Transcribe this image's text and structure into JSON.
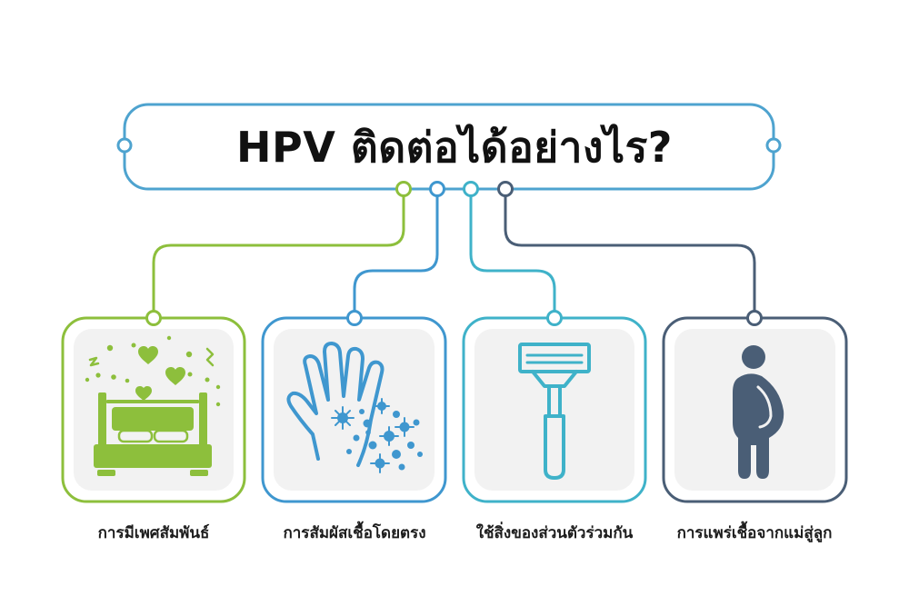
{
  "title": "HPV ติดต่อได้อย่างไร?",
  "colors": {
    "title_border": "#4ea3cf",
    "green": "#8dbf3c",
    "blue": "#3f97cf",
    "teal": "#3fb2c9",
    "slate": "#4a5e76",
    "card_bg": "#f2f2f2"
  },
  "items": [
    {
      "label": "การมีเพศสัมพันธ์",
      "icon": "bed-hearts-icon",
      "color": "#8dbf3c"
    },
    {
      "label": "การสัมผัสเชื้อโดยตรง",
      "icon": "hand-virus-icon",
      "color": "#3f97cf"
    },
    {
      "label": "ใช้สิ่งของส่วนตัวร่วมกัน",
      "icon": "razor-icon",
      "color": "#3fb2c9"
    },
    {
      "label": "การแพร่เชื้อจากแม่สู่ลูก",
      "icon": "pregnant-woman-icon",
      "color": "#4a5e76"
    }
  ]
}
